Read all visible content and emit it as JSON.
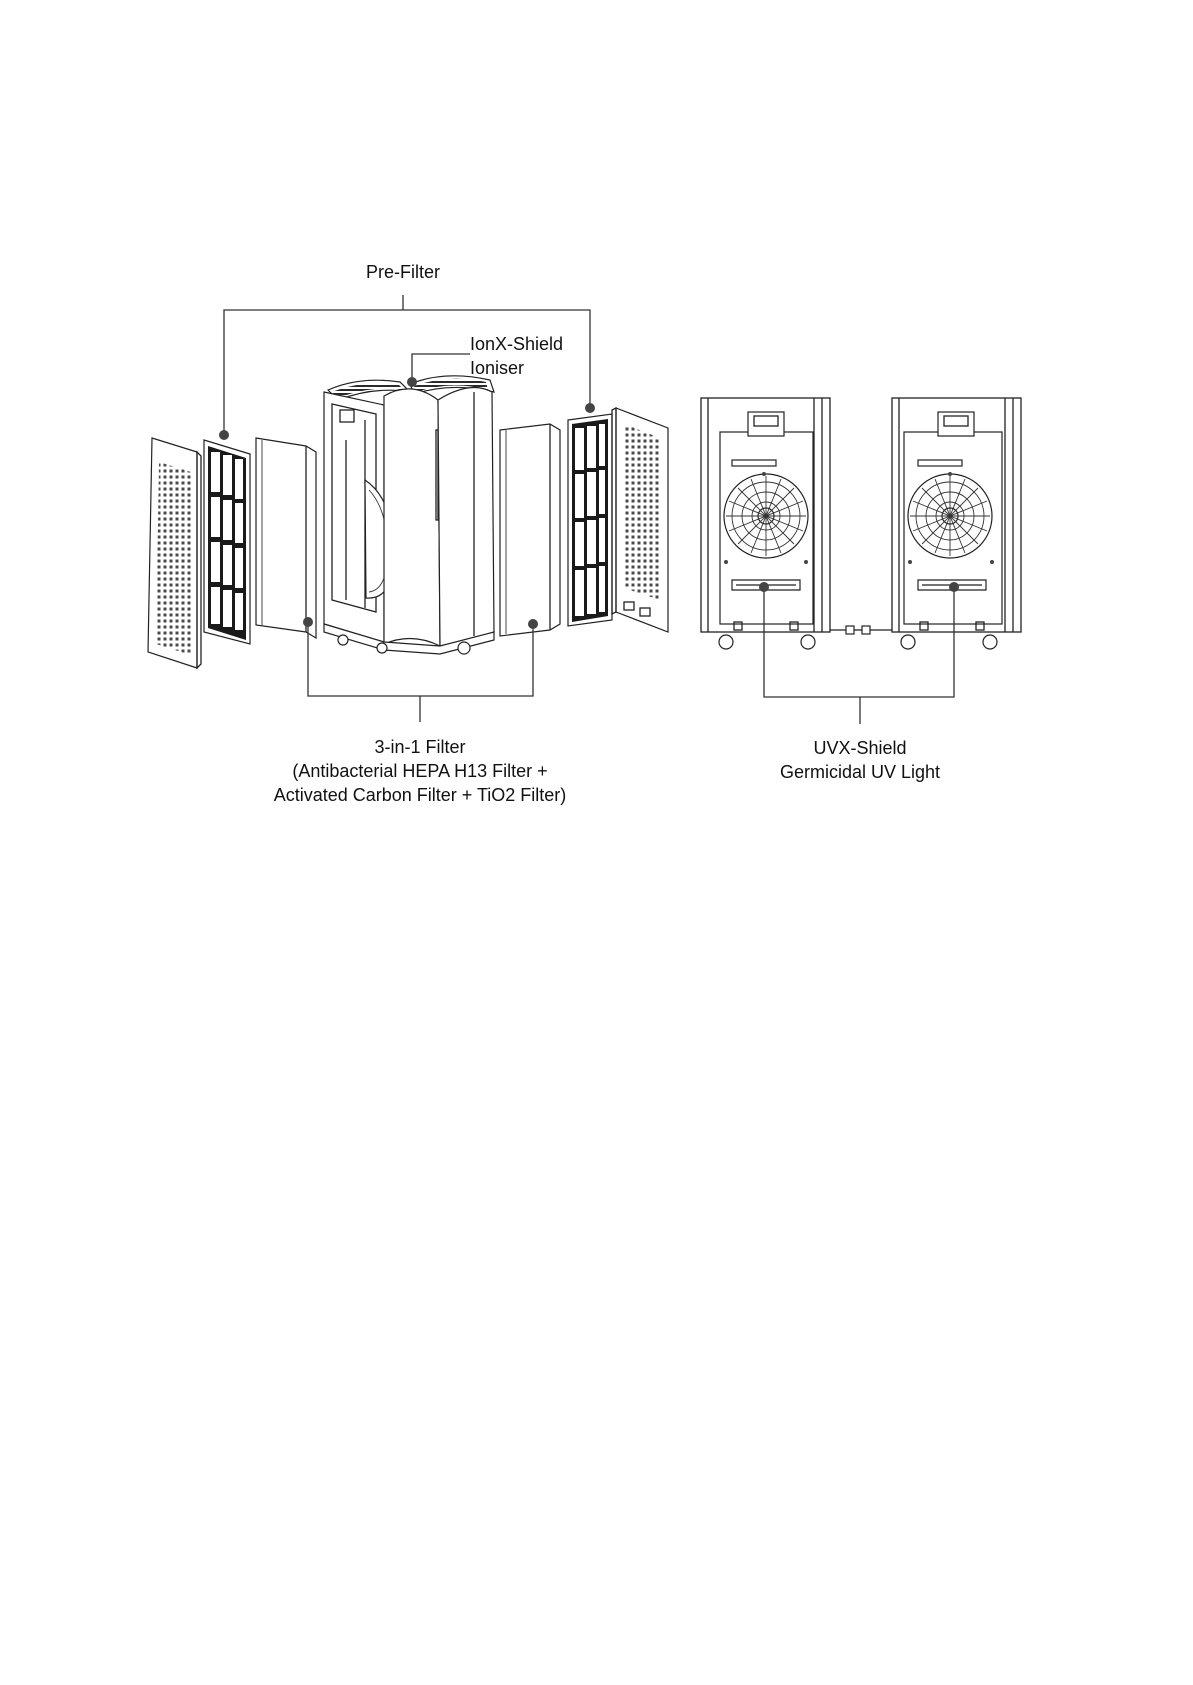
{
  "labels": {
    "pre_filter": "Pre-Filter",
    "ioniser_line1": "IonX-Shield",
    "ioniser_line2": "Ioniser",
    "filter_line1": "3-in-1 Filter",
    "filter_line2": "(Antibacterial HEPA H13 Filter +",
    "filter_line3": "Activated Carbon Filter + TiO2 Filter)",
    "uv_line1": "UVX-Shield",
    "uv_line2": "Germicidal UV Light"
  },
  "colors": {
    "line": "#222222",
    "dot": "#444444",
    "text": "#111111"
  }
}
